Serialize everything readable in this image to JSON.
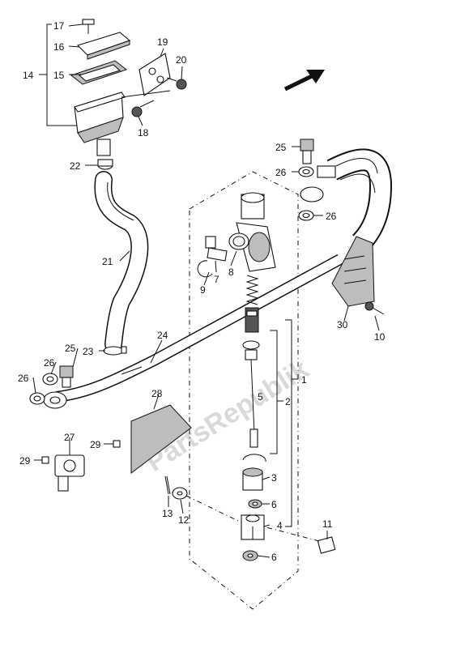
{
  "watermark": "PartsRepublik",
  "callouts": {
    "n1": "1",
    "n2": "2",
    "n3": "3",
    "n4": "4",
    "n5": "5",
    "n6a": "6",
    "n6b": "6",
    "n7": "7",
    "n8": "8",
    "n9": "9",
    "n10": "10",
    "n11": "11",
    "n12": "12",
    "n13": "13",
    "n14": "14",
    "n15": "15",
    "n16": "16",
    "n17": "17",
    "n18": "18",
    "n19": "19",
    "n20": "20",
    "n21": "21",
    "n22": "22",
    "n23": "23",
    "n24": "24",
    "n25a": "25",
    "n25b": "25",
    "n26a": "26",
    "n26b": "26",
    "n26c": "26",
    "n26d": "26",
    "n27": "27",
    "n28": "28",
    "n29a": "29",
    "n29b": "29",
    "n30": "30"
  }
}
